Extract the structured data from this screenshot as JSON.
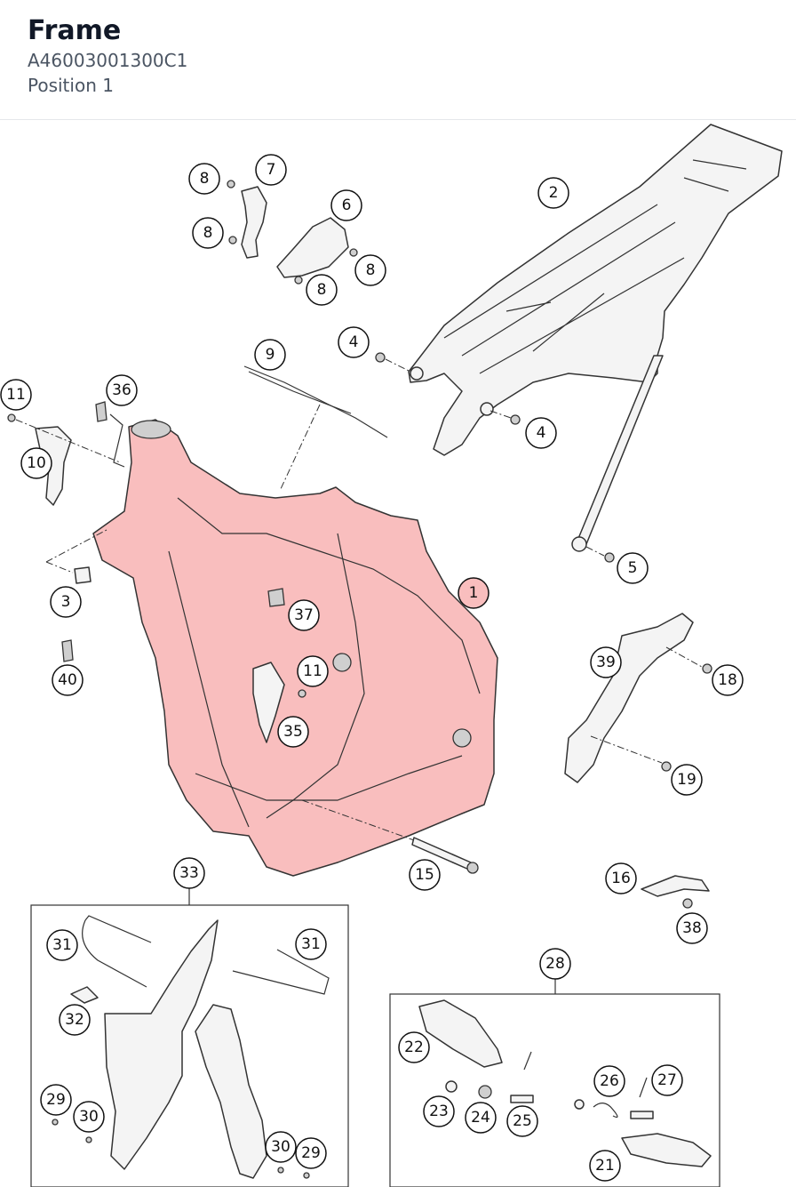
{
  "header": {
    "title": "Frame",
    "part_number": "A46003001300C1",
    "position": "Position 1"
  },
  "callouts": [
    {
      "label": "1",
      "highlighted": true
    },
    {
      "label": "2"
    },
    {
      "label": "3"
    },
    {
      "label": "4"
    },
    {
      "label": "4"
    },
    {
      "label": "5"
    },
    {
      "label": "6"
    },
    {
      "label": "7"
    },
    {
      "label": "8"
    },
    {
      "label": "8"
    },
    {
      "label": "8"
    },
    {
      "label": "8"
    },
    {
      "label": "9"
    },
    {
      "label": "10"
    },
    {
      "label": "11"
    },
    {
      "label": "11"
    },
    {
      "label": "15"
    },
    {
      "label": "16"
    },
    {
      "label": "18"
    },
    {
      "label": "19"
    },
    {
      "label": "21"
    },
    {
      "label": "22"
    },
    {
      "label": "23"
    },
    {
      "label": "24"
    },
    {
      "label": "25"
    },
    {
      "label": "26"
    },
    {
      "label": "27"
    },
    {
      "label": "28"
    },
    {
      "label": "29"
    },
    {
      "label": "29"
    },
    {
      "label": "30"
    },
    {
      "label": "30"
    },
    {
      "label": "31"
    },
    {
      "label": "31"
    },
    {
      "label": "32"
    },
    {
      "label": "33"
    },
    {
      "label": "35"
    },
    {
      "label": "36"
    },
    {
      "label": "37"
    },
    {
      "label": "38"
    },
    {
      "label": "39"
    },
    {
      "label": "40"
    }
  ],
  "colors": {
    "highlight": "#ef4444",
    "title": "#111827",
    "subtitle": "#4b5563"
  }
}
